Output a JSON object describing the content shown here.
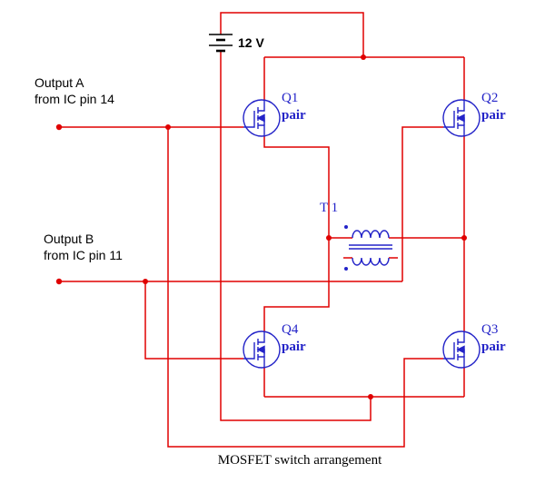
{
  "colors": {
    "wire": "#e00000",
    "symbol": "#2323c8",
    "battery": "#000000",
    "text": "#000000"
  },
  "battery": {
    "label": "12 V"
  },
  "inputs": {
    "output_a": {
      "line1": "Output A",
      "line2": "from IC pin 14"
    },
    "output_b": {
      "line1": "Output B",
      "line2": "from IC pin 11"
    }
  },
  "mosfets": {
    "q1": {
      "ref": "Q1",
      "sub": "pair"
    },
    "q2": {
      "ref": "Q2",
      "sub": "pair"
    },
    "q3": {
      "ref": "Q3",
      "sub": "pair"
    },
    "q4": {
      "ref": "Q4",
      "sub": "pair"
    }
  },
  "transformer": {
    "ref": "T 1"
  },
  "caption": "MOSFET switch arrangement"
}
